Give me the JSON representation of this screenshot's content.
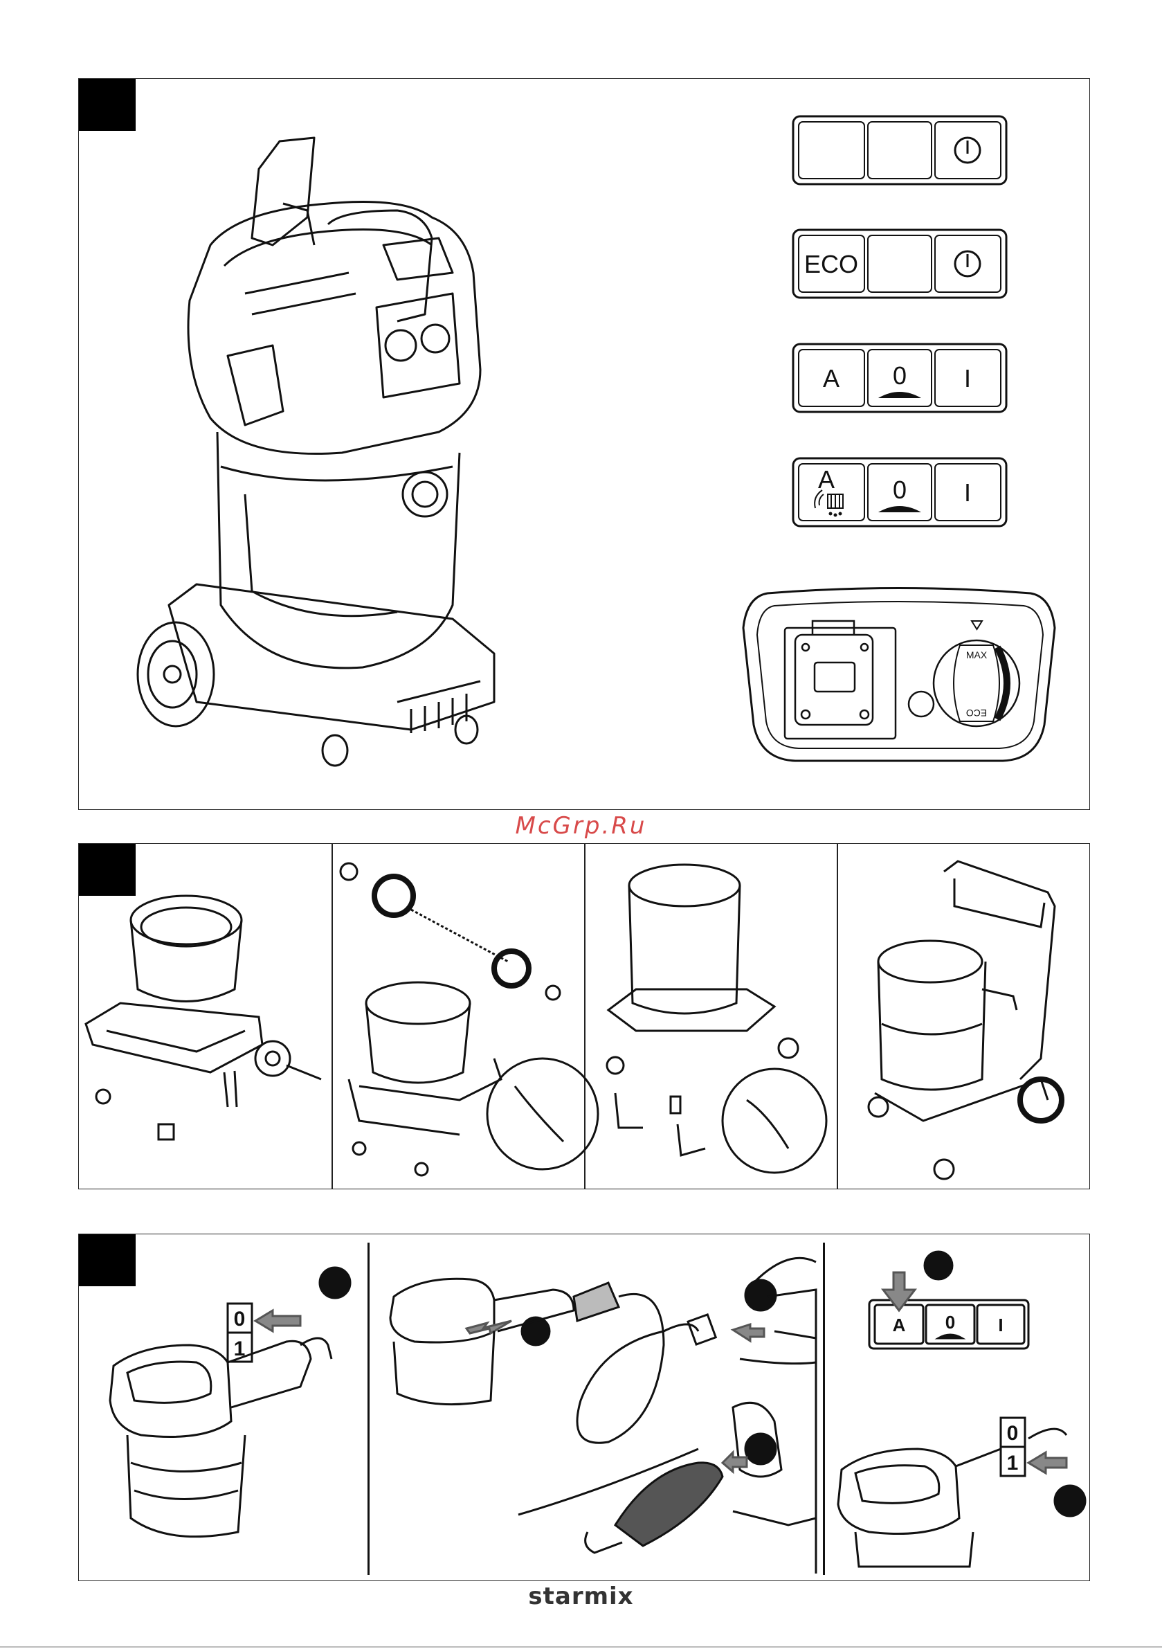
{
  "watermark": "McGrp.Ru",
  "brand": "starmix",
  "switches": [
    {
      "left": "",
      "middle": "",
      "right_icon": "power-icon"
    },
    {
      "left": "ECO",
      "middle": "",
      "right_icon": "power-icon"
    },
    {
      "left": "A",
      "middle": "0",
      "right": "I"
    },
    {
      "left": "A",
      "middle": "0",
      "right": "I"
    }
  ],
  "dial": {
    "max": "MAX",
    "eco": "ECO"
  },
  "section3": {
    "left_switch": {
      "off": "0",
      "on": "1"
    },
    "right_panel": {
      "a": "A",
      "zero": "0",
      "one": "I"
    },
    "right_switch": {
      "off": "0",
      "on": "1"
    }
  }
}
